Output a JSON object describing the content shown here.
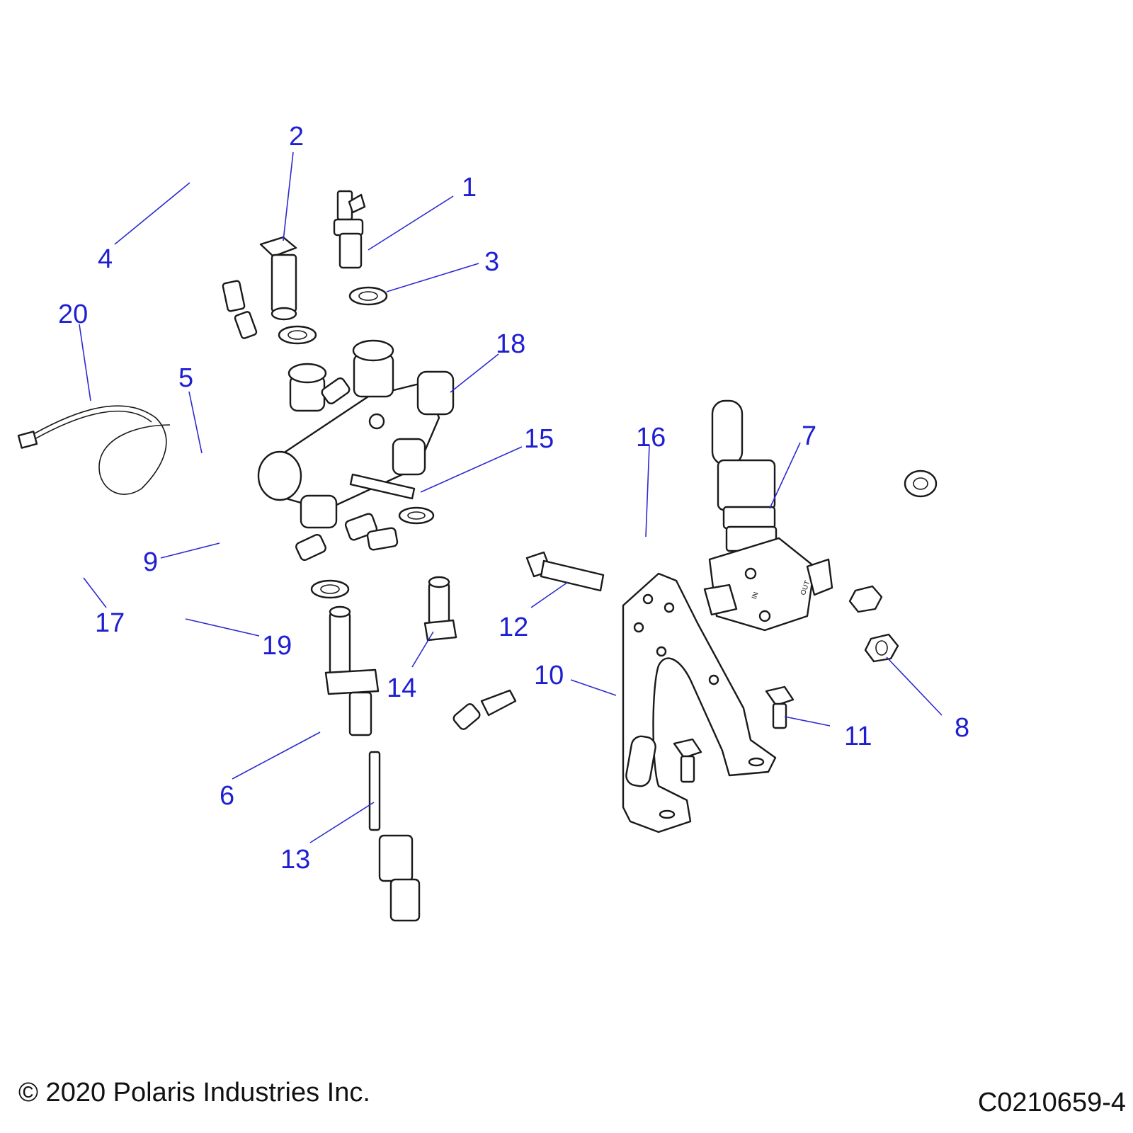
{
  "callouts": [
    {
      "id": "1",
      "text": "1"
    },
    {
      "id": "2",
      "text": "2"
    },
    {
      "id": "3",
      "text": "3"
    },
    {
      "id": "4",
      "text": "4"
    },
    {
      "id": "5",
      "text": "5"
    },
    {
      "id": "6",
      "text": "6"
    },
    {
      "id": "7",
      "text": "7"
    },
    {
      "id": "8",
      "text": "8"
    },
    {
      "id": "9",
      "text": "9"
    },
    {
      "id": "10",
      "text": "10"
    },
    {
      "id": "11",
      "text": "11"
    },
    {
      "id": "12",
      "text": "12"
    },
    {
      "id": "13",
      "text": "13"
    },
    {
      "id": "14",
      "text": "14"
    },
    {
      "id": "15",
      "text": "15"
    },
    {
      "id": "16",
      "text": "16"
    },
    {
      "id": "17",
      "text": "17"
    },
    {
      "id": "18",
      "text": "18"
    },
    {
      "id": "19",
      "text": "19"
    },
    {
      "id": "20",
      "text": "20"
    }
  ],
  "part_markings": {
    "in": "IN",
    "out": "OUT"
  },
  "footer": {
    "copyright": "© 2020 Polaris Industries Inc.",
    "drawing_id": "C0210659-4"
  },
  "colors": {
    "callout": "#1f1fd2",
    "leader": "#2b2bd0",
    "outline": "#1a1a1a"
  }
}
